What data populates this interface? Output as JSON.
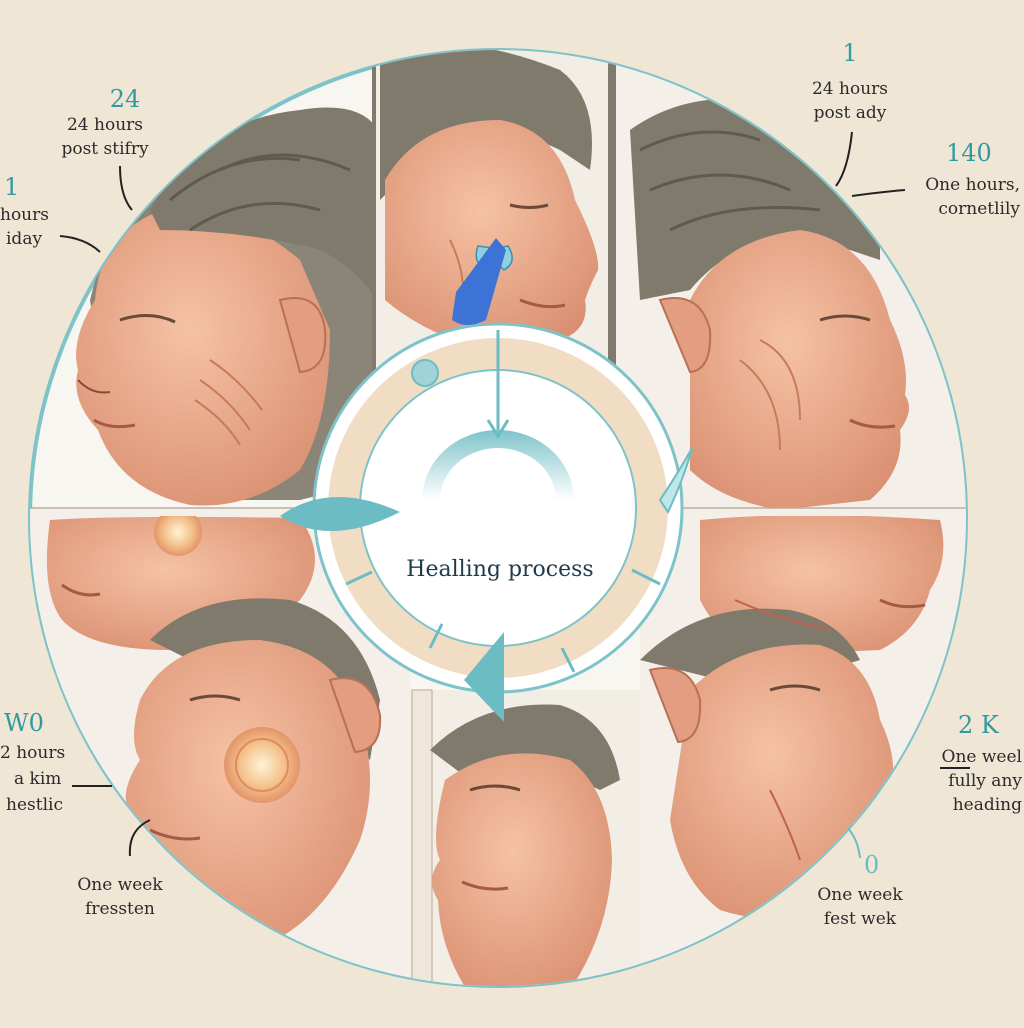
{
  "center": {
    "title": "Healling process"
  },
  "colors": {
    "background": "#efe6d6",
    "ring": "#7ec3c9",
    "accent": "#6cbcc3",
    "skin": "#e9a68a",
    "hair": "#7f7a6c",
    "inner_ring": "#f1dcc4"
  },
  "callouts": [
    {
      "number": "24",
      "line1": "24 hours",
      "line2": "post stifry"
    },
    {
      "number": "1",
      "line1": "hours",
      "line2": "iday"
    },
    {
      "number": "1",
      "line1": "24 hours",
      "line2": "post ady"
    },
    {
      "number": "140",
      "line1": "One hours,",
      "line2": "cornetlily"
    },
    {
      "number": "W0",
      "line1": "2 hours",
      "line2": "a kim",
      "line3": "hestlic"
    },
    {
      "number": "",
      "line1": "One week",
      "line2": "fressten"
    },
    {
      "number": "2 K",
      "line1": "One weel",
      "line2": "fully any",
      "line3": "heading"
    },
    {
      "number": "0",
      "line1": "One week",
      "line2": "fest wek"
    }
  ],
  "panels": [
    {
      "name": "face-top-left"
    },
    {
      "name": "face-top-center"
    },
    {
      "name": "face-top-right"
    },
    {
      "name": "face-bottom-left"
    },
    {
      "name": "face-bottom-center"
    },
    {
      "name": "face-bottom-right"
    }
  ]
}
